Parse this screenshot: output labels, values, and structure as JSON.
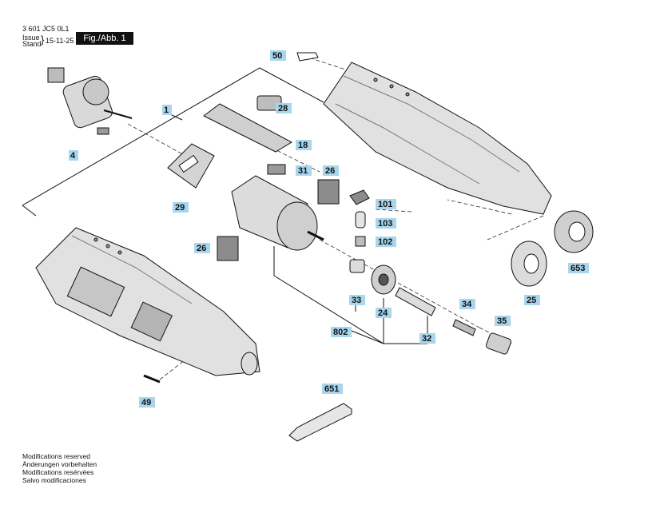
{
  "header": {
    "part_number": "3 601 JC5 0L1",
    "issue_label": "Issue",
    "stand_label": "Stand",
    "date": "15-11-25",
    "figure_label": "Fig./Abb. 1"
  },
  "footer": {
    "lines": [
      "Modifications reserved",
      "Änderungen vorbehalten",
      "Modifications resérvées",
      "Salvo modificaciones"
    ]
  },
  "callouts": {
    "c1": "1",
    "c4": "4",
    "c18": "18",
    "c24": "24",
    "c25": "25",
    "c26a": "26",
    "c26b": "26",
    "c28": "28",
    "c29": "29",
    "c31": "31",
    "c32": "32",
    "c33": "33",
    "c34": "34",
    "c35": "35",
    "c49": "49",
    "c50": "50",
    "c101": "101",
    "c102": "102",
    "c103": "103",
    "c651": "651",
    "c653": "653",
    "c802": "802"
  },
  "colors": {
    "callout_fill": "#a7d6ee",
    "line": "#111111",
    "part_fill": "#e6e6e6",
    "part_dark": "#9a9a9a"
  }
}
